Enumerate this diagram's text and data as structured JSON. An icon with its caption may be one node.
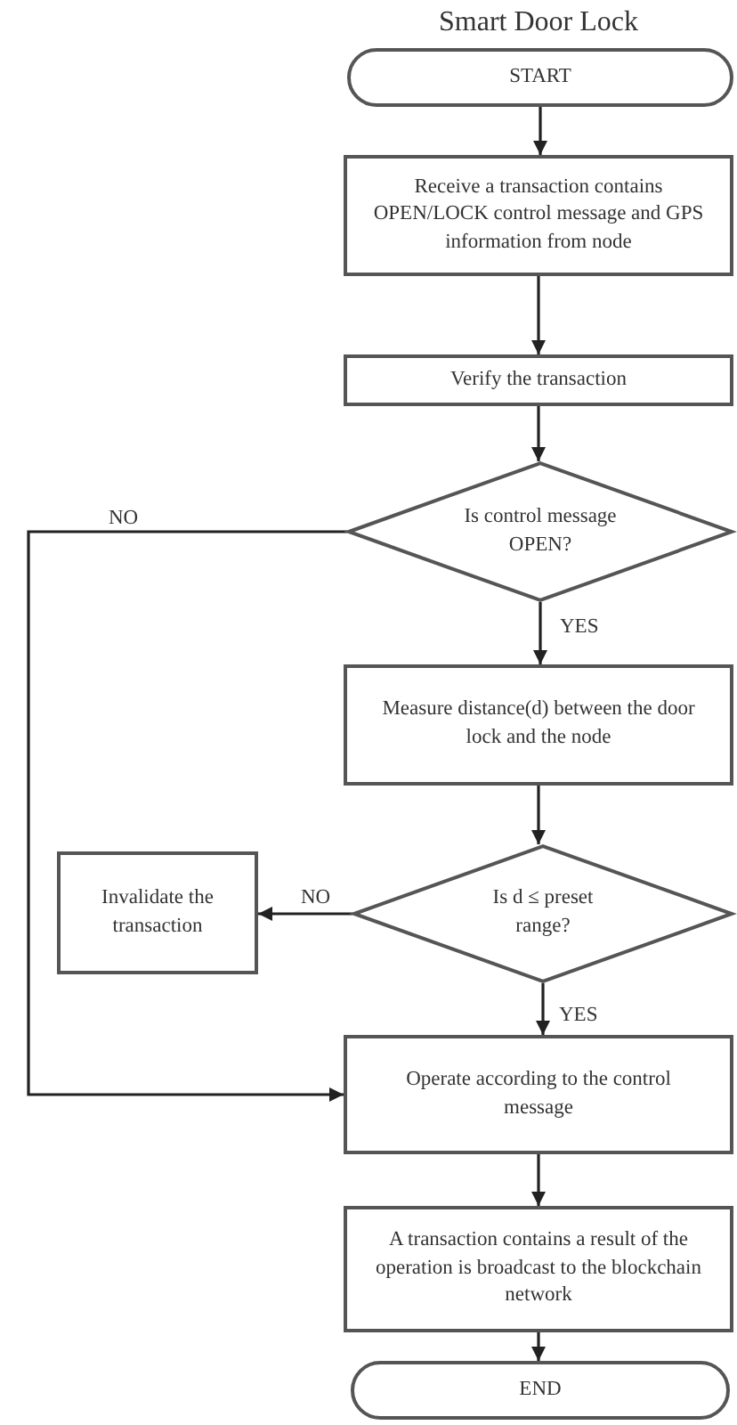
{
  "diagram": {
    "title": "Smart Door Lock",
    "nodes": [
      {
        "text": [
          "START"
        ]
      },
      {
        "text": [
          "Receive a transaction contains OPEN/LOCK control message and GPS information from node"
        ]
      },
      {
        "text": [
          "Verify the transaction"
        ]
      },
      {
        "text": [
          "Is control message OPEN?"
        ]
      },
      {
        "text": [
          "Measure distance(d) between the door lock and the node"
        ]
      },
      {
        "text": [
          "Is d ≤ preset range?"
        ]
      },
      {
        "text": [
          "Invalidate the transaction"
        ]
      },
      {
        "text": [
          "Operate according to the control message"
        ]
      },
      {
        "text": [
          "A transaction contains a result of the operation is broadcast to the blockchain network"
        ]
      },
      {
        "text": [
          "END"
        ]
      }
    ],
    "edges": [
      {
        "from": 0,
        "to": 1,
        "arrow": "to"
      },
      {
        "from": 1,
        "to": 2,
        "arrow": "to"
      },
      {
        "from": 2,
        "to": 3,
        "arrow": "to"
      },
      {
        "from": 3,
        "to": 4,
        "arrow": "to",
        "label": "YES"
      },
      {
        "from": 3,
        "to": 7,
        "arrow": "to",
        "label": "NO"
      },
      {
        "from": 4,
        "to": 5,
        "arrow": "to"
      },
      {
        "from": 5,
        "to": 6,
        "arrow": "to",
        "label": "NO"
      },
      {
        "from": 5,
        "to": 7,
        "arrow": "to",
        "label": "YES"
      },
      {
        "from": 7,
        "to": 8,
        "arrow": "to"
      },
      {
        "from": 8,
        "to": 9,
        "arrow": "to"
      }
    ]
  }
}
